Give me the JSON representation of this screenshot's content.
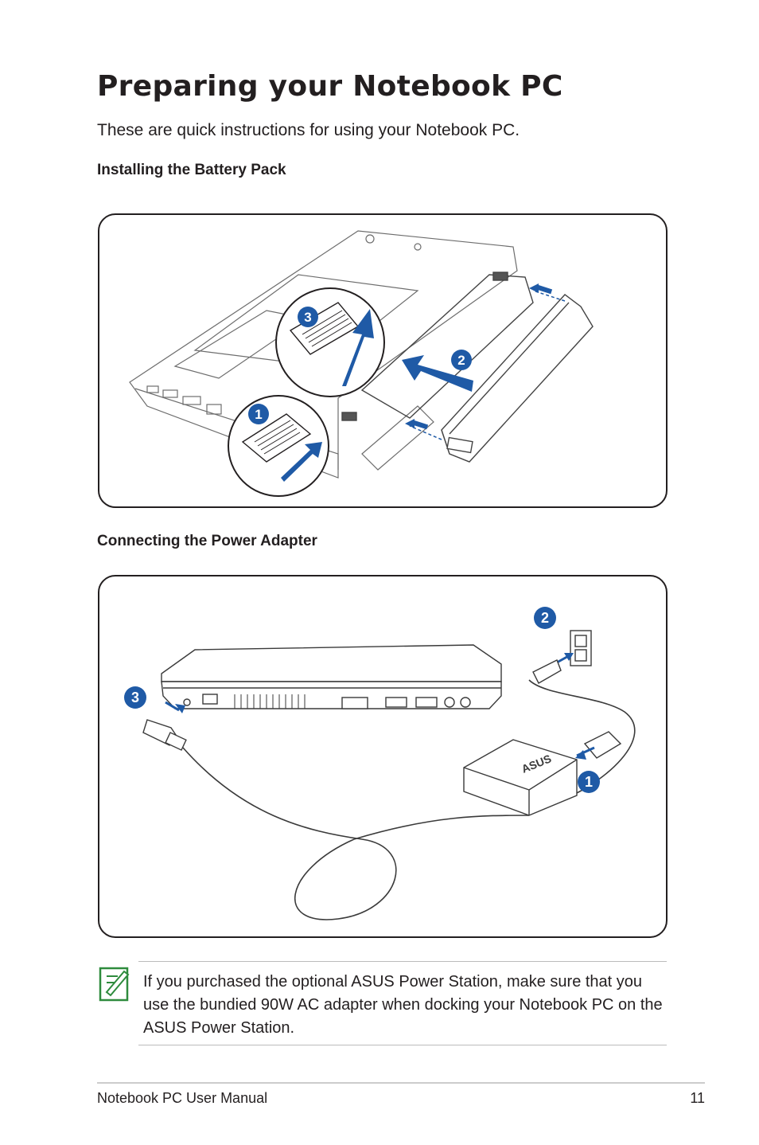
{
  "page": {
    "title": "Preparing your Notebook PC",
    "intro": "These are quick instructions for using your Notebook PC."
  },
  "sections": {
    "battery": {
      "heading": "Installing the Battery Pack",
      "steps": [
        "1",
        "2",
        "3"
      ]
    },
    "power": {
      "heading": "Connecting the Power Adapter",
      "steps": [
        "1",
        "2",
        "3"
      ],
      "adapter_brand": "ASUS"
    }
  },
  "note": {
    "icon": "note-pencil-icon",
    "text": "If you purchased the optional ASUS Power Station, make sure that you use the bundied 90W AC adapter when docking your Notebook PC on the ASUS Power Station."
  },
  "footer": {
    "manual_title": "Notebook PC User Manual",
    "page_number": "11"
  },
  "colors": {
    "accent_blue": "#1f5aa6",
    "note_green": "#2e8b3d"
  }
}
